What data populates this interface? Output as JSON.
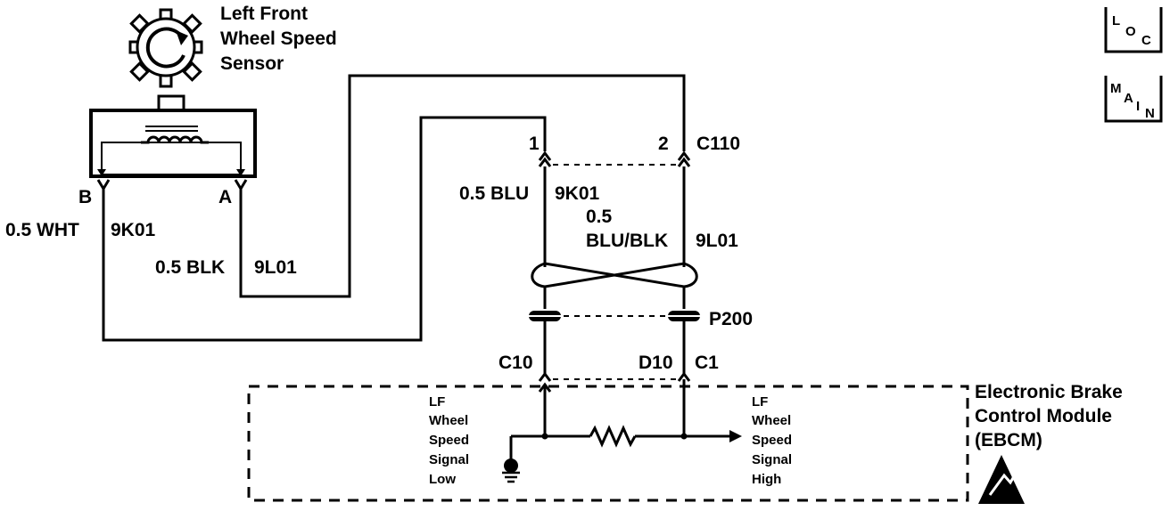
{
  "sensor": {
    "title_line1": "Left Front",
    "title_line2": "Wheel Speed",
    "title_line3": "Sensor",
    "pin_b": "B",
    "pin_a": "A"
  },
  "nav": {
    "loc": {
      "l": "L",
      "o": "O",
      "c": "C"
    },
    "main": {
      "m": "M",
      "a": "A",
      "i": "I",
      "n": "N"
    }
  },
  "wires": {
    "wht": {
      "gauge_color": "0.5 WHT",
      "circuit": "9K01"
    },
    "blk": {
      "gauge_color": "0.5 BLK",
      "circuit": "9L01"
    },
    "blu": {
      "gauge_color": "0.5 BLU",
      "circuit": "9K01"
    },
    "blublk": {
      "gauge": "0.5",
      "color": "BLU/BLK",
      "circuit": "9L01"
    }
  },
  "connectors": {
    "c110": {
      "name": "C110",
      "pin1": "1",
      "pin2": "2"
    },
    "p200": {
      "name": "P200"
    },
    "c1": {
      "name": "C1",
      "pin_c10": "C10",
      "pin_d10": "D10"
    }
  },
  "ebcm": {
    "line1": "Electronic Brake",
    "line2": "Control Module",
    "line3": "(EBCM)",
    "low": [
      "LF",
      "Wheel",
      "Speed",
      "Signal",
      "Low"
    ],
    "high": [
      "LF",
      "Wheel",
      "Speed",
      "Signal",
      "High"
    ]
  }
}
